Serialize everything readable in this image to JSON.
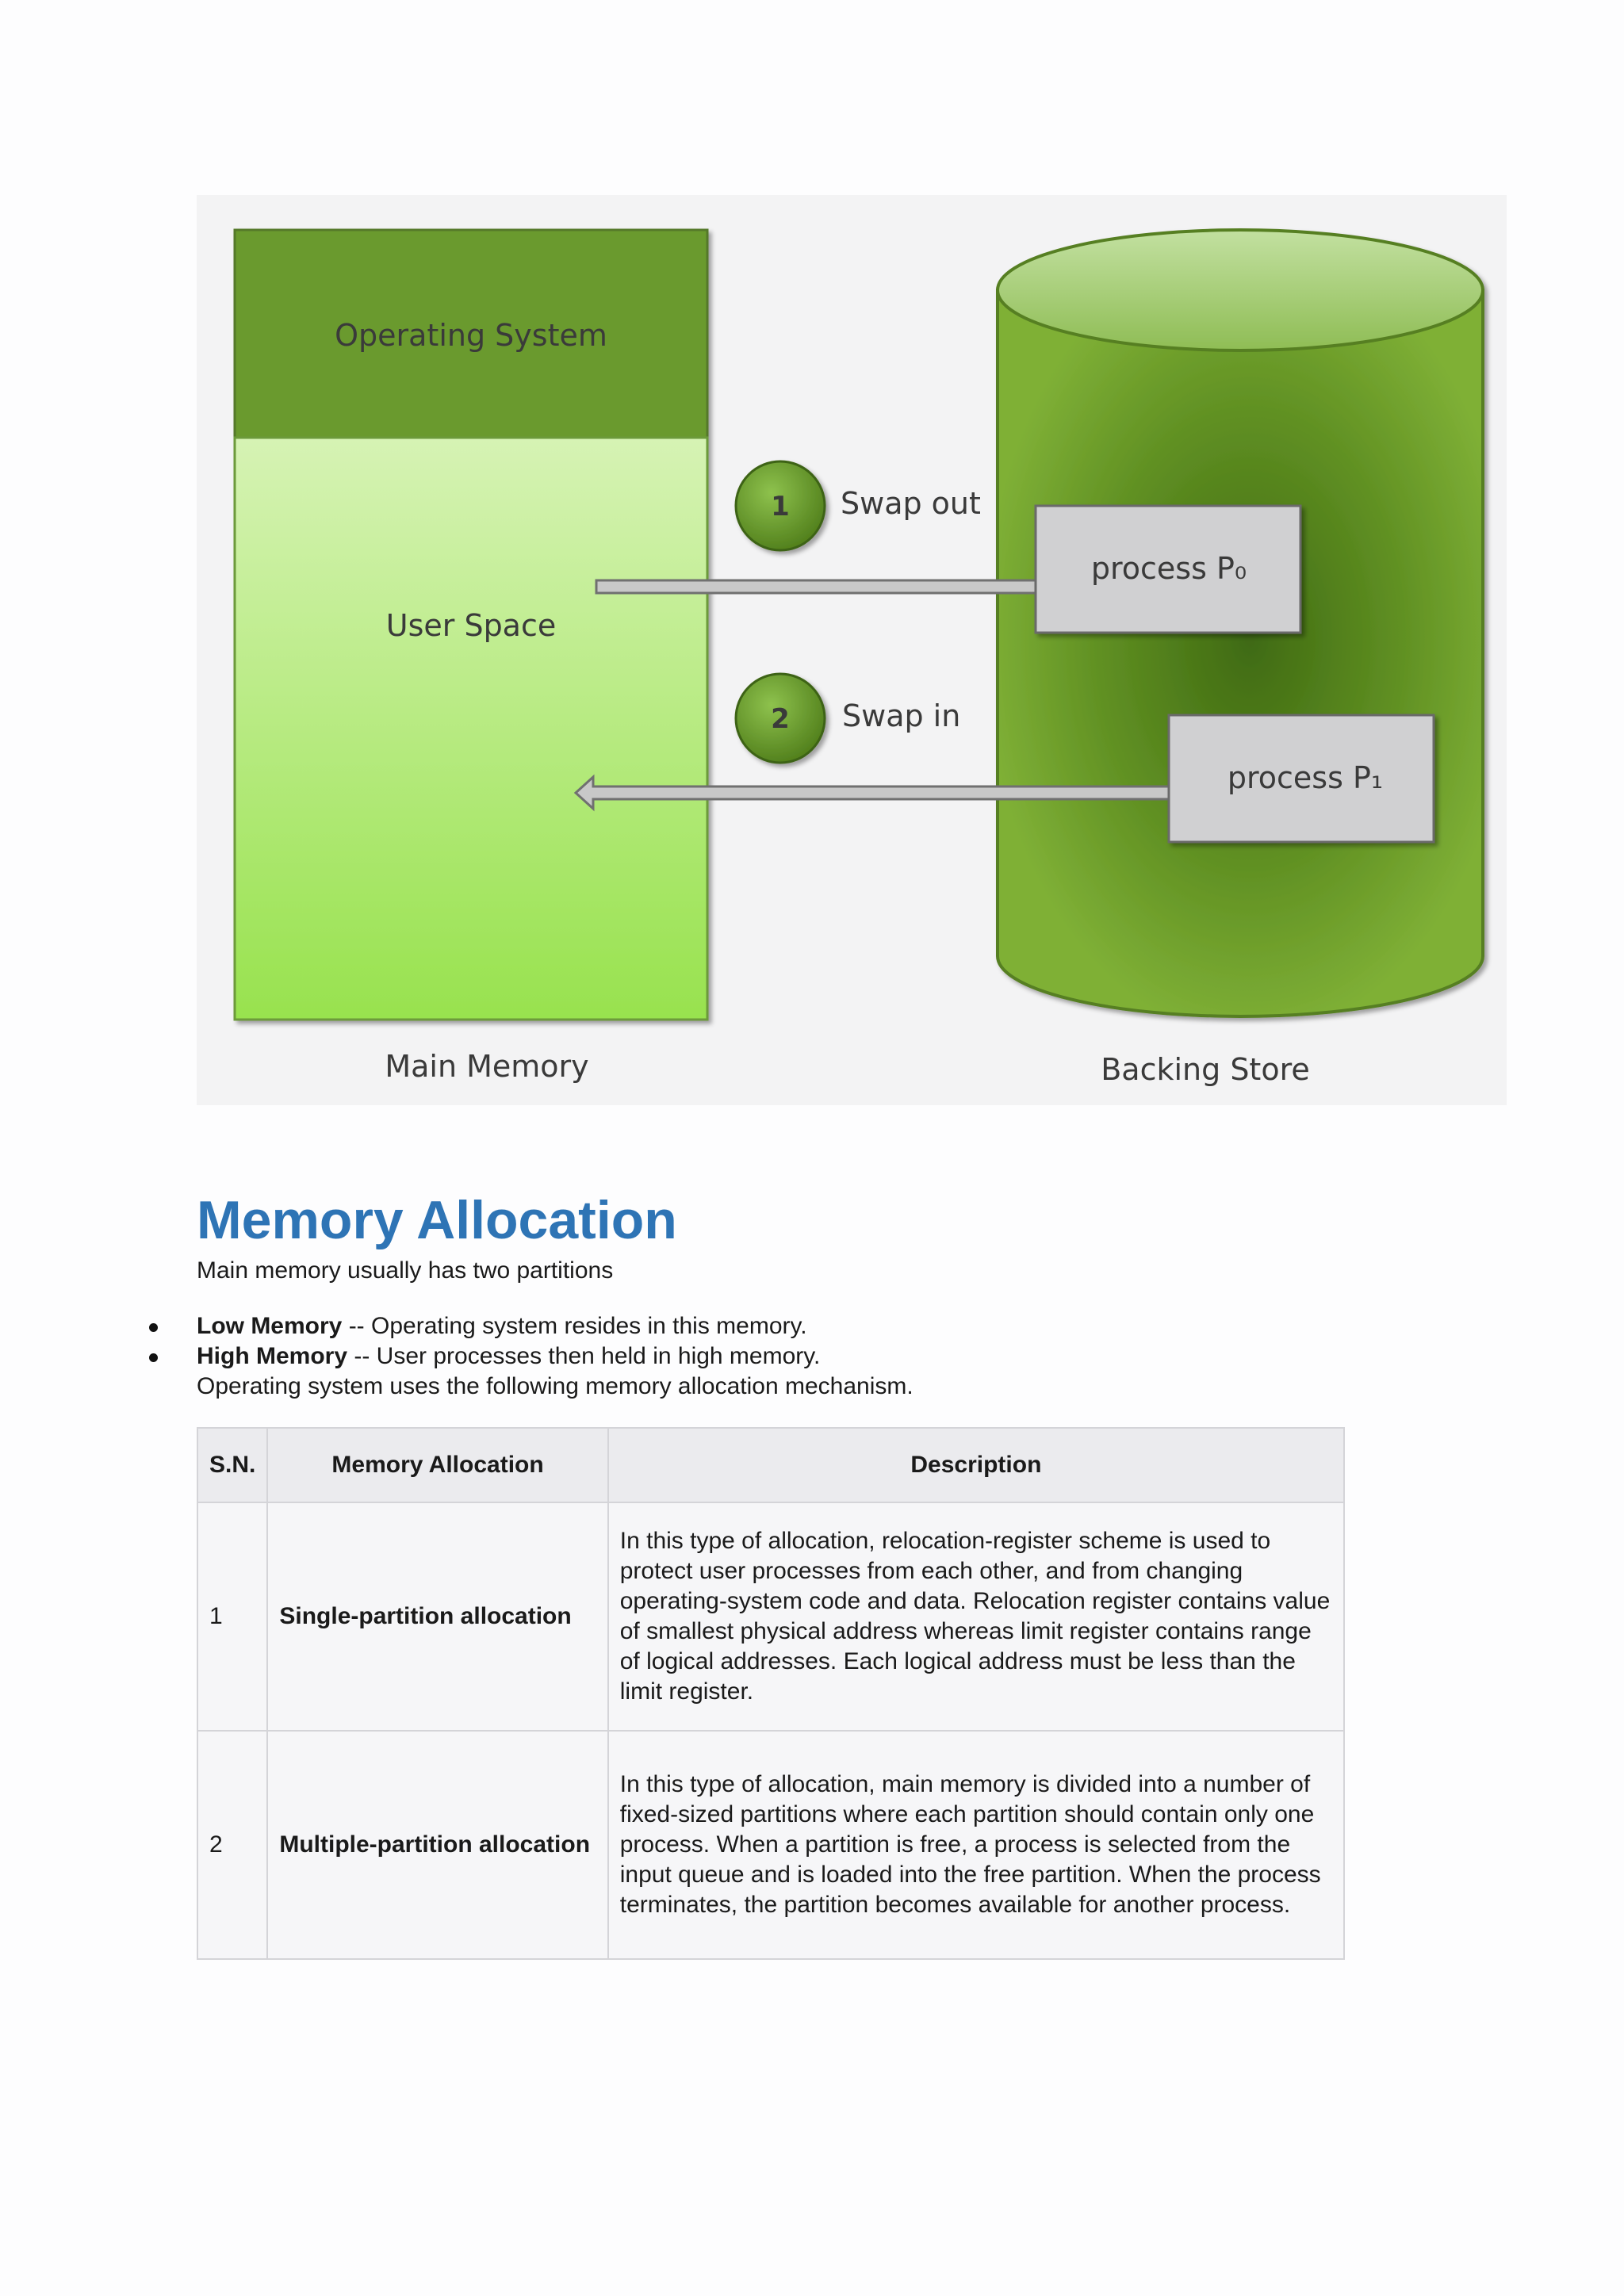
{
  "figure": {
    "os_label": "Operating System",
    "user_space_label": "User Space",
    "swap_out_number": "1",
    "swap_out_label": "Swap out",
    "swap_in_number": "2",
    "swap_in_label": "Swap in",
    "process_p0": "process P₀",
    "process_p1": "process P₁",
    "main_memory_label": "Main Memory",
    "backing_store_label": "Backing Store",
    "colors": {
      "dark_green": "#6a9a2e",
      "light_green": "#a6e660",
      "cylinder_green": "#6e9f2c",
      "process_box": "#d0d0d2"
    }
  },
  "section": {
    "title": "Memory Allocation",
    "intro": "Main memory usually has two partitions",
    "bullets": [
      {
        "term": "Low Memory",
        "text": " -- Operating system resides in this memory."
      },
      {
        "term": "High Memory",
        "text": " -- User processes then held in high memory."
      }
    ],
    "mechanism_text": "Operating system uses the following memory allocation mechanism."
  },
  "table": {
    "headers": [
      "S.N.",
      "Memory Allocation",
      "Description"
    ],
    "rows": [
      {
        "sn": "1",
        "name": "Single-partition allocation",
        "description": "In this type of allocation, relocation-register scheme is used to protect user processes from each other, and from changing operating-system code and data. Relocation register contains value of smallest physical address whereas limit register contains range of logical addresses. Each logical address must be less than the limit register."
      },
      {
        "sn": "2",
        "name": "Multiple-partition allocation",
        "description": "In this type of allocation, main memory is divided into a number of fixed-sized partitions where each partition should contain only one process. When a partition is free, a process is selected from the input queue and is loaded into the free partition. When the process terminates, the partition becomes available for another process."
      }
    ]
  }
}
